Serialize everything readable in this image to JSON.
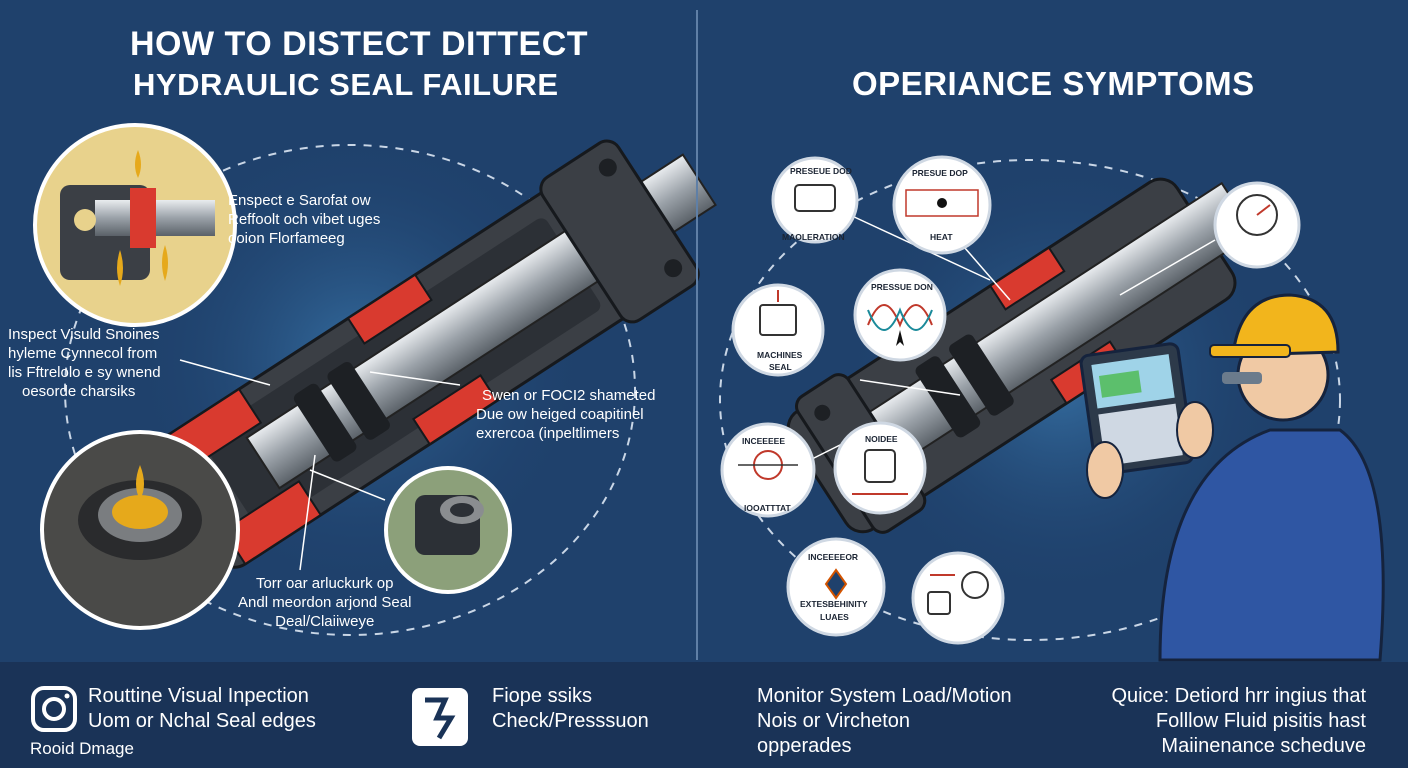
{
  "left_panel": {
    "title_line1": "HOW TO DISTECT DITTECT",
    "title_line2": "HYDRAULIC SEAL FAILURE",
    "callouts": {
      "top": [
        "Enspect e Sarofat ow",
        "Reffoolt och vibet uges",
        "ooion Florfameeg"
      ],
      "left": [
        "Inspect Visuld Snoines",
        "hyleme Cynnecol from",
        "lis Fftrelolo e sy wnend",
        "oesorde charsiks"
      ],
      "right": [
        "Swen or FOCI2 shameted",
        "Due ow heiged coapitinel",
        "exrercoa (inpeltlimers"
      ],
      "bottom": [
        "Torr oar arluckurk op",
        "Andl meordon arjond Seal",
        "Deal/Claiiweye"
      ]
    }
  },
  "right_panel": {
    "title": "OPERIANCE SYMPTOMS",
    "bubbles": {
      "b1_top": "PRESEUE DOD",
      "b1_bottom": "MAOLERATION",
      "b2_top": "PRESUE DOP",
      "b2_bottom": "HEAT",
      "b3_top": "PRESSUE DON",
      "b4_label1": "MACHINES",
      "b4_label2": "SEAL",
      "b5_top": "INCEEEEE",
      "b5_bottom": "IOOATTTAT",
      "b6_top": "NOIDEE",
      "b7_top": "INCEEEEOR",
      "b7_mid": "EXTESBEHINITY",
      "b7_bottom": "LUAES"
    }
  },
  "footer": {
    "item1": {
      "icon": "camera-icon",
      "line1": "Routtine Visual Inpection",
      "line2": "Uom or Nchal Seal edges",
      "line3": "Rooid  Dmage"
    },
    "item2": {
      "icon": "pressure-gauge-icon",
      "line1": "Fiope ssiks",
      "line2": "Check/Presssuon"
    },
    "item3": {
      "line1": "Monitor System Load/Motion",
      "line2": "Nois or Vircheton",
      "line3": "opperades"
    },
    "item4": {
      "line1": "Quice: Detiord hrr ingius that",
      "line2": "Folllow Fluid pisitis hast",
      "line3": "Maiinenance scheduve"
    }
  },
  "colors": {
    "background": "#1f416c",
    "footer": "#1a3357",
    "seal_red": "#d93a2f",
    "cylinder": "#3b3f45",
    "rod": "#b9bec4",
    "oil": "#e6a91b",
    "hardhat": "#f2b51c"
  }
}
